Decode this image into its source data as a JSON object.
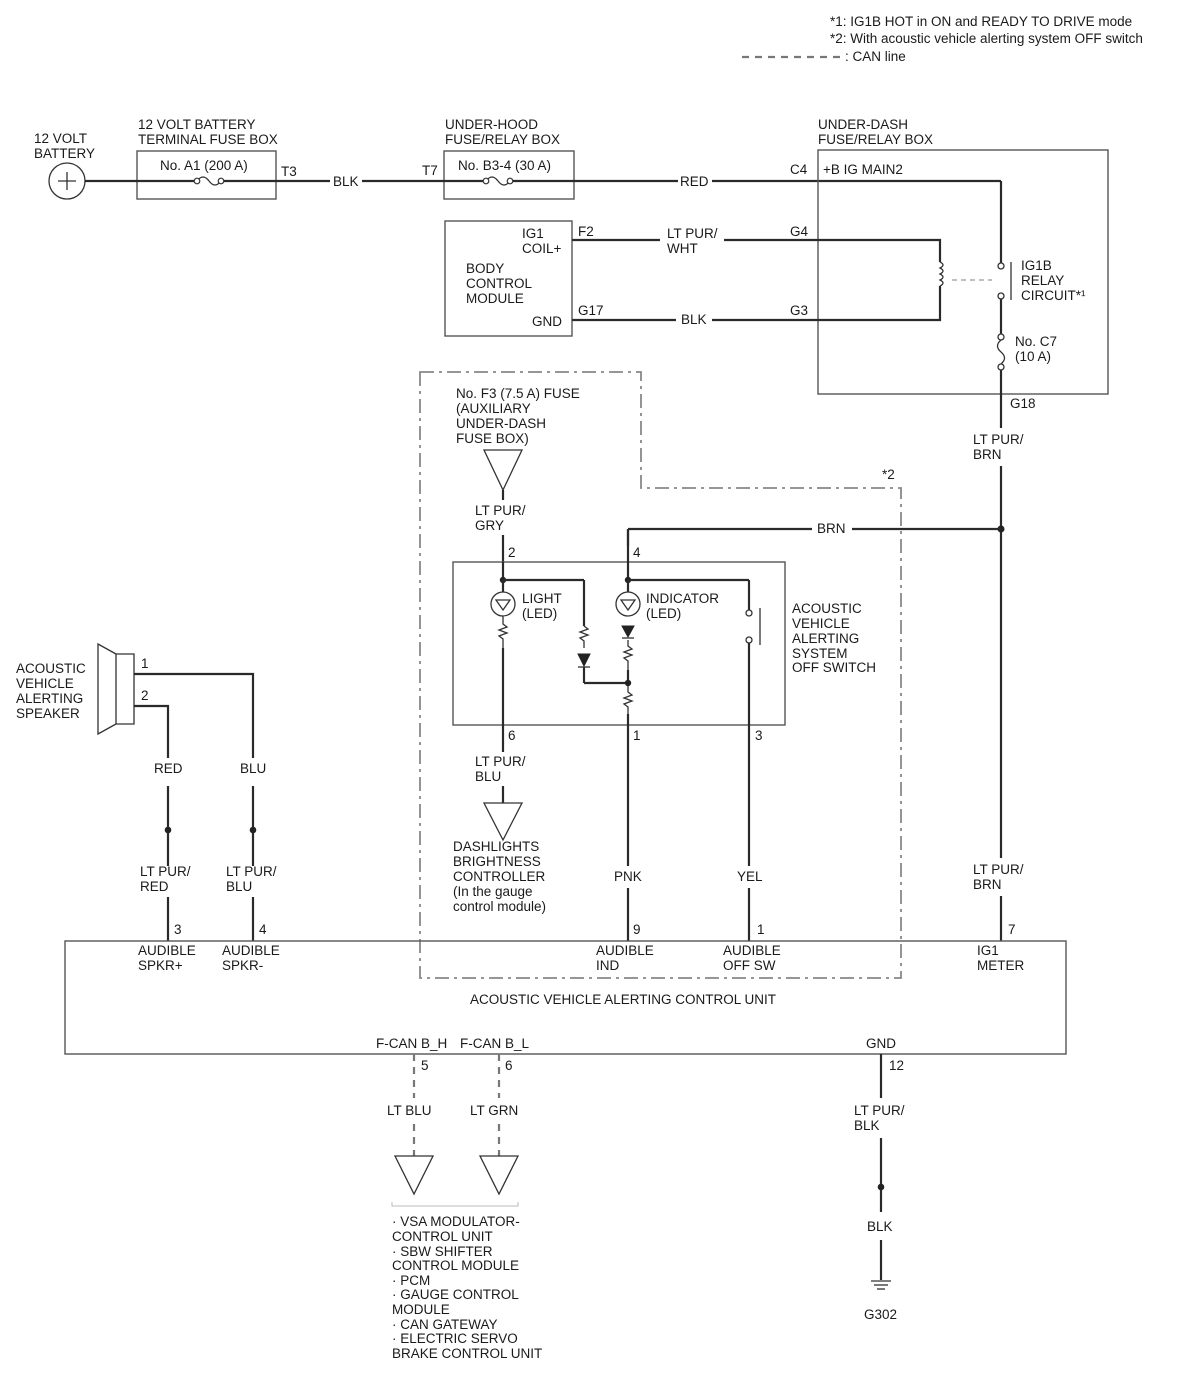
{
  "legend": {
    "note1": "*1: IG1B HOT in ON and READY TO DRIVE mode",
    "note2": "*2: With acoustic vehicle alerting system OFF switch",
    "can_line": ": CAN line"
  },
  "battery": {
    "line1": "12 VOLT",
    "line2": "BATTERY"
  },
  "terminal_fuse_box": {
    "title1": "12 VOLT BATTERY",
    "title2": "TERMINAL FUSE BOX",
    "fuse": "No. A1 (200 A)",
    "terminal": "T3"
  },
  "underhood_box": {
    "title1": "UNDER-HOOD",
    "title2": "FUSE/RELAY BOX",
    "fuse": "No. B3-4 (30 A)",
    "terminal_in": "T7"
  },
  "underdash_box": {
    "title1": "UNDER-DASH",
    "title2": "FUSE/RELAY BOX",
    "bus": "+B IG MAIN2",
    "pin_c4": "C4",
    "pin_g4": "G4",
    "pin_g3": "G3",
    "pin_g18": "G18",
    "relay1": "IG1B",
    "relay2": "RELAY",
    "relay3": "CIRCUIT*¹",
    "fuse1": "No. C7",
    "fuse2": "(10 A)"
  },
  "bcm": {
    "pin_label1": "IG1",
    "pin_label2": "COIL+",
    "name1": "BODY",
    "name2": "CONTROL",
    "name3": "MODULE",
    "gnd": "GND",
    "pin_f2": "F2",
    "pin_g17": "G17"
  },
  "wires": {
    "blk1": "BLK",
    "red1": "RED",
    "ltpur_wht1": "LT PUR/",
    "ltpur_wht2": "WHT",
    "blk2": "BLK",
    "ltpur_brn_a1": "LT PUR/",
    "ltpur_brn_a2": "BRN",
    "brn": "BRN",
    "ltpur_gry1": "LT PUR/",
    "ltpur_gry2": "GRY",
    "ltpur_blu1": "LT PUR/",
    "ltpur_blu2": "BLU",
    "red2": "RED",
    "blu": "BLU",
    "ltpur_red1": "LT PUR/",
    "ltpur_red2": "RED",
    "ltpur_blu_b1": "LT PUR/",
    "ltpur_blu_b2": "BLU",
    "pnk": "PNK",
    "yel": "YEL",
    "ltpur_brn_b1": "LT PUR/",
    "ltpur_brn_b2": "BRN",
    "lt_blu": "LT BLU",
    "lt_grn": "LT GRN",
    "ltpur_blk1": "LT PUR/",
    "ltpur_blk2": "BLK",
    "blk3": "BLK"
  },
  "fuse_f3": {
    "line1": "No. F3 (7.5 A) FUSE",
    "line2": "(AUXILIARY",
    "line3": "UNDER-DASH",
    "line4": "FUSE BOX)"
  },
  "switch_note": "*2",
  "switch": {
    "pin2": "2",
    "pin4": "4",
    "pin6": "6",
    "pin1": "1",
    "pin3": "3",
    "light1": "LIGHT",
    "light2": "(LED)",
    "ind1": "INDICATOR",
    "ind2": "(LED)",
    "name1": "ACOUSTIC",
    "name2": "VEHICLE",
    "name3": "ALERTING",
    "name4": "SYSTEM",
    "name5": "OFF SWITCH"
  },
  "speaker": {
    "name1": "ACOUSTIC",
    "name2": "VEHICLE",
    "name3": "ALERTING",
    "name4": "SPEAKER",
    "pin1": "1",
    "pin2": "2"
  },
  "dashlights": {
    "line1": "DASHLIGHTS",
    "line2": "BRIGHTNESS",
    "line3": "CONTROLLER",
    "line4": "(In the gauge",
    "line5": "control module)"
  },
  "control_unit": {
    "name": "ACOUSTIC VEHICLE ALERTING CONTROL UNIT",
    "pin3": "3",
    "pin4": "4",
    "pin9": "9",
    "pin1": "1",
    "pin7": "7",
    "spkr_p1": "AUDIBLE",
    "spkr_p2": "SPKR+",
    "spkr_m1": "AUDIBLE",
    "spkr_m2": "SPKR-",
    "ind1": "AUDIBLE",
    "ind2": "IND",
    "offsw1": "AUDIBLE",
    "offsw2": "OFF SW",
    "ig1_1": "IG1",
    "ig1_2": "METER",
    "fcan_h": "F-CAN B_H",
    "fcan_l": "F-CAN B_L",
    "gnd": "GND",
    "pin5": "5",
    "pin6": "6",
    "pin12": "12"
  },
  "can_targets": {
    "l1": "· VSA MODULATOR-",
    "l2": "CONTROL UNIT",
    "l3": "· SBW SHIFTER",
    "l4": "CONTROL MODULE",
    "l5": "· PCM",
    "l6": "· GAUGE CONTROL",
    "l7": "MODULE",
    "l8": "· CAN GATEWAY",
    "l9": "· ELECTRIC SERVO",
    "l10": "BRAKE CONTROL UNIT"
  },
  "ground": {
    "name": "G302"
  }
}
